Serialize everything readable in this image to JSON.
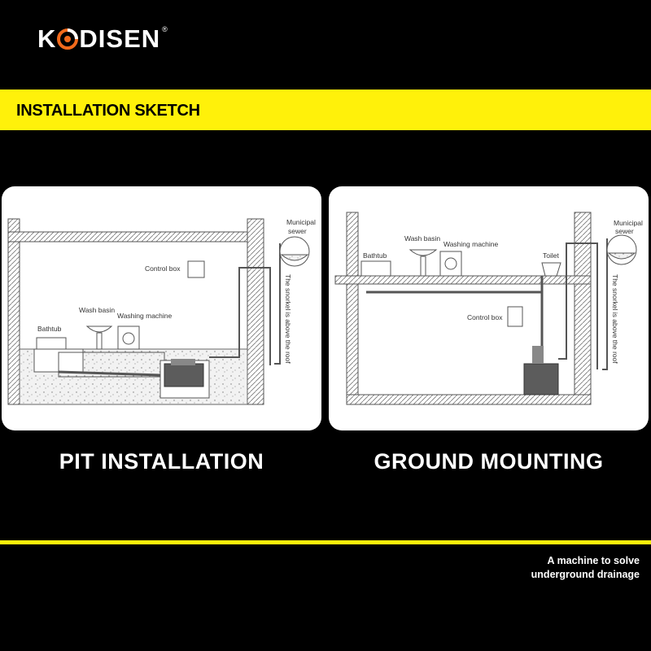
{
  "brand": {
    "logo_text_pre": "K",
    "logo_text_post": "DISEN",
    "registered_mark": "®",
    "accent": "#f26a1b"
  },
  "header": {
    "title": "INSTALLATION SKETCH",
    "banner_color": "#fff10a"
  },
  "diagrams": {
    "pit": {
      "caption": "PIT INSTALLATION",
      "labels": {
        "municipal_sewer_line1": "Municipal",
        "municipal_sewer_line2": "sewer",
        "control_box": "Control box",
        "wash_basin": "Wash basin",
        "washing_machine": "Washing machine",
        "bathtub": "Bathtub",
        "snorkel_note": "The snorkel is above the roof"
      }
    },
    "ground": {
      "caption": "GROUND MOUNTING",
      "labels": {
        "municipal_sewer_line1": "Municipal",
        "municipal_sewer_line2": "sewer",
        "wash_basin": "Wash basin",
        "washing_machine": "Washing machine",
        "bathtub": "Bathtub",
        "toilet": "Toilet",
        "control_box": "Control box",
        "snorkel_note": "The snorkel is above the roof"
      }
    }
  },
  "tagline": {
    "line1": "A machine to solve",
    "line2": "underground drainage"
  }
}
